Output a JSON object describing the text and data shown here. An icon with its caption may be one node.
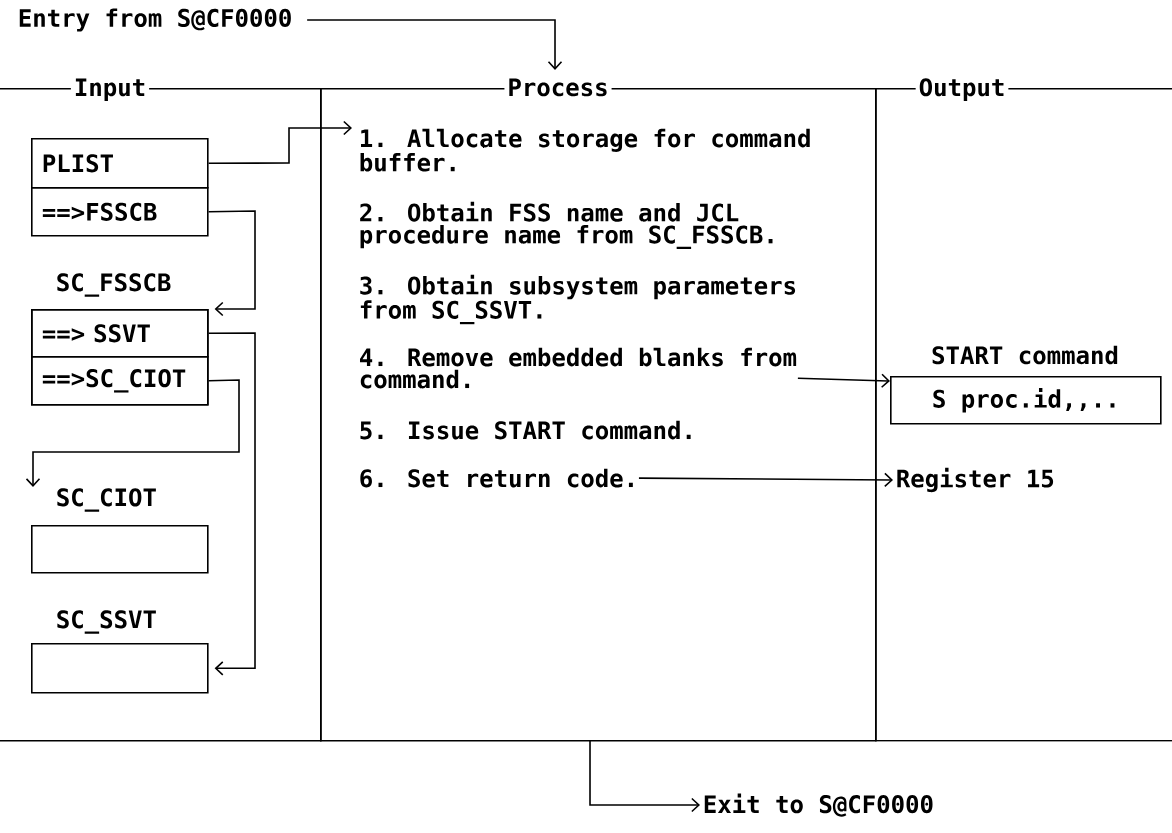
{
  "diagram": {
    "nodes": [
      {
        "text": [
          "Entry from S@CF0000"
        ]
      },
      {
        "text": [
          "Input"
        ]
      },
      {
        "text": [
          "PLIST"
        ],
        "in": 1
      },
      {
        "text": [
          "==>FSSCB"
        ],
        "in": 1
      },
      {
        "text": [
          "SC_FSSCB"
        ],
        "in": 1
      },
      {
        "text": [
          "==> SSVT"
        ],
        "in": 4
      },
      {
        "text": [
          "==>SC_CIOT"
        ],
        "in": 4
      },
      {
        "text": [
          "SC_CIOT"
        ],
        "in": 1
      },
      {
        "text": [
          "SC_SSVT"
        ],
        "in": 1
      },
      {
        "text": [
          "Process"
        ]
      },
      {
        "text": [
          "1. Allocate storage for command buffer."
        ],
        "in": 9
      },
      {
        "text": [
          "2. Obtain FSS name and JCL procedure name from SC_FSSCB."
        ],
        "in": 9
      },
      {
        "text": [
          "3. Obtain subsystem parameters from SC_SSVT."
        ],
        "in": 9
      },
      {
        "text": [
          "4. Remove embedded blanks from command."
        ],
        "in": 9
      },
      {
        "text": [
          "5. Issue START command."
        ],
        "in": 9
      },
      {
        "text": [
          "6. Set return code."
        ],
        "in": 9
      },
      {
        "text": [
          "Output"
        ]
      },
      {
        "text": [
          "START command",
          "S proc.id,,.."
        ],
        "in": 16
      },
      {
        "text": [
          "Register 15"
        ],
        "in": 16
      },
      {
        "text": [
          "Exit to S@CF0000"
        ]
      }
    ],
    "edges": [
      {
        "from": 0,
        "to": 9,
        "arrow": "to"
      },
      {
        "from": 2,
        "to": 10,
        "arrow": "to"
      },
      {
        "from": 3,
        "to": 4,
        "arrow": "to"
      },
      {
        "from": 5,
        "to": 8,
        "arrow": "to"
      },
      {
        "from": 6,
        "to": 7,
        "arrow": "to"
      },
      {
        "from": 13,
        "to": 17,
        "arrow": "to"
      },
      {
        "from": 15,
        "to": 18,
        "arrow": "to"
      },
      {
        "from": 9,
        "to": 19,
        "arrow": "to"
      }
    ]
  }
}
